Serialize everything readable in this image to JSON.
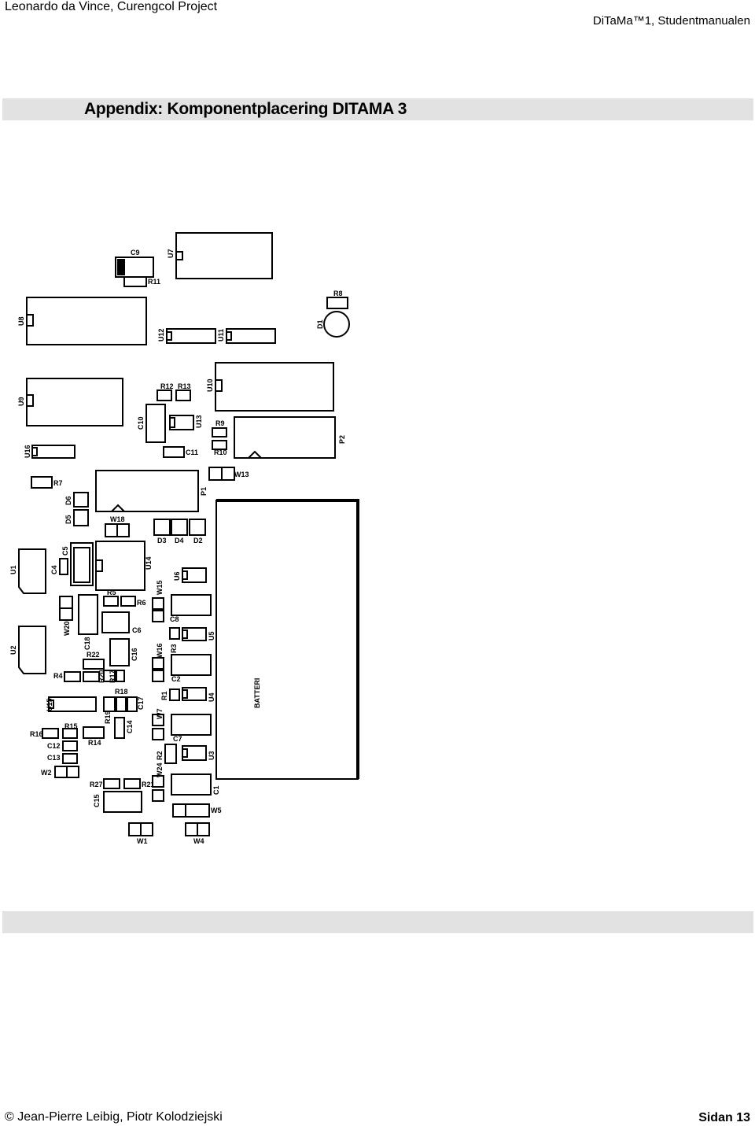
{
  "header": {
    "left": "Leonardo da Vince, Curengcol Project",
    "right": "DiTaMa™1, Studentmanualen"
  },
  "section_title": "Appendix: Komponentplacering  DITAMA 3",
  "components": [
    {
      "label": "C9"
    },
    {
      "label": "U7"
    },
    {
      "label": "R11"
    },
    {
      "label": "R8"
    },
    {
      "label": "U8"
    },
    {
      "label": "D1"
    },
    {
      "label": "U12"
    },
    {
      "label": "U11"
    },
    {
      "label": "U9"
    },
    {
      "label": "R12"
    },
    {
      "label": "R13"
    },
    {
      "label": "U10"
    },
    {
      "label": "C10"
    },
    {
      "label": "U13"
    },
    {
      "label": "R9"
    },
    {
      "label": "P2"
    },
    {
      "label": "U16"
    },
    {
      "label": "C11"
    },
    {
      "label": "R10"
    },
    {
      "label": "R7"
    },
    {
      "label": "W13"
    },
    {
      "label": "D6"
    },
    {
      "label": "P1"
    },
    {
      "label": "D5"
    },
    {
      "label": "W18"
    },
    {
      "label": "D3"
    },
    {
      "label": "D4"
    },
    {
      "label": "D2"
    },
    {
      "label": "U1"
    },
    {
      "label": "C5"
    },
    {
      "label": "C4"
    },
    {
      "label": "U14"
    },
    {
      "label": "U6"
    },
    {
      "label": "R5"
    },
    {
      "label": "R6"
    },
    {
      "label": "W15"
    },
    {
      "label": "C8"
    },
    {
      "label": "W20"
    },
    {
      "label": "C18"
    },
    {
      "label": "C6"
    },
    {
      "label": "U5"
    },
    {
      "label": "U2"
    },
    {
      "label": "R22"
    },
    {
      "label": "C16"
    },
    {
      "label": "W16"
    },
    {
      "label": "R3"
    },
    {
      "label": "R4"
    },
    {
      "label": "R20"
    },
    {
      "label": "R17"
    },
    {
      "label": "C2"
    },
    {
      "label": "BATTERI"
    },
    {
      "label": "R18"
    },
    {
      "label": "U15"
    },
    {
      "label": "R1"
    },
    {
      "label": "U4"
    },
    {
      "label": "R19"
    },
    {
      "label": "C17"
    },
    {
      "label": "W7"
    },
    {
      "label": "R15"
    },
    {
      "label": "C14"
    },
    {
      "label": "R16"
    },
    {
      "label": "R14"
    },
    {
      "label": "C7"
    },
    {
      "label": "C12"
    },
    {
      "label": "C13"
    },
    {
      "label": "R2"
    },
    {
      "label": "U3"
    },
    {
      "label": "W2"
    },
    {
      "label": "W24"
    },
    {
      "label": "R27"
    },
    {
      "label": "R21"
    },
    {
      "label": "C1"
    },
    {
      "label": "C15"
    },
    {
      "label": "W5"
    },
    {
      "label": "W1"
    },
    {
      "label": "W4"
    }
  ],
  "footer": {
    "left": "©  Jean-Pierre Leibig, Piotr Kolodziejski",
    "right": "Sidan 13"
  }
}
